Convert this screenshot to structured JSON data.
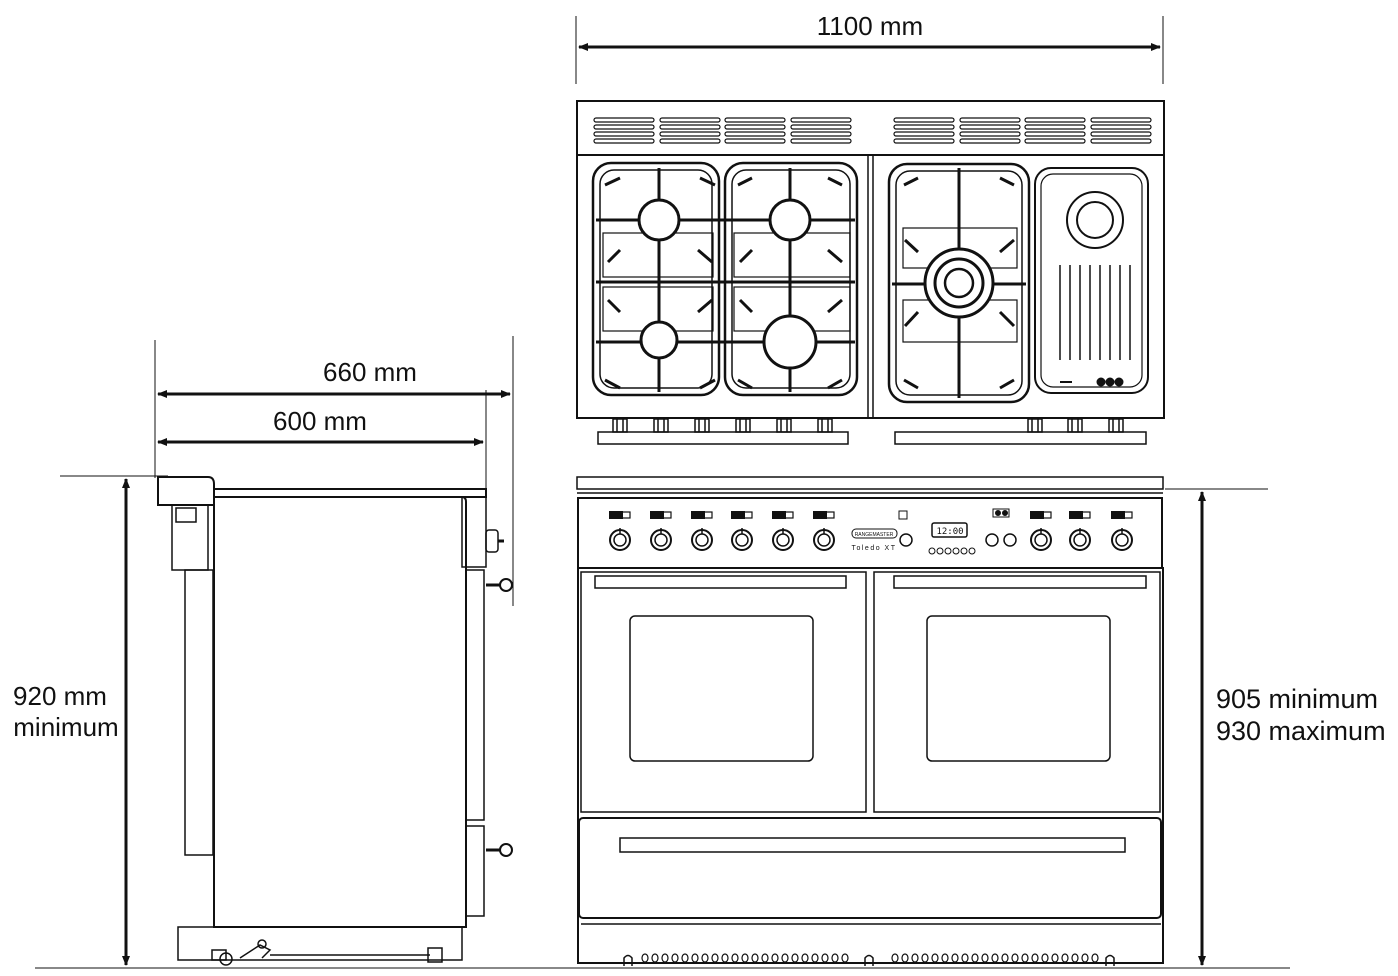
{
  "dimensions": {
    "hob_width": "1100 mm",
    "depth_overall": "660 mm",
    "depth_body": "600 mm",
    "side_height_line1": "920 mm",
    "side_height_line2": "minimum",
    "front_height_line1": "905 minimum",
    "front_height_line2": "930 maximum"
  },
  "control_panel": {
    "clock_display": "12:00",
    "brand_badge": "RANGEMASTER",
    "model_name": "Toledo XT"
  },
  "colors": {
    "line": "#111111",
    "background": "#ffffff"
  }
}
